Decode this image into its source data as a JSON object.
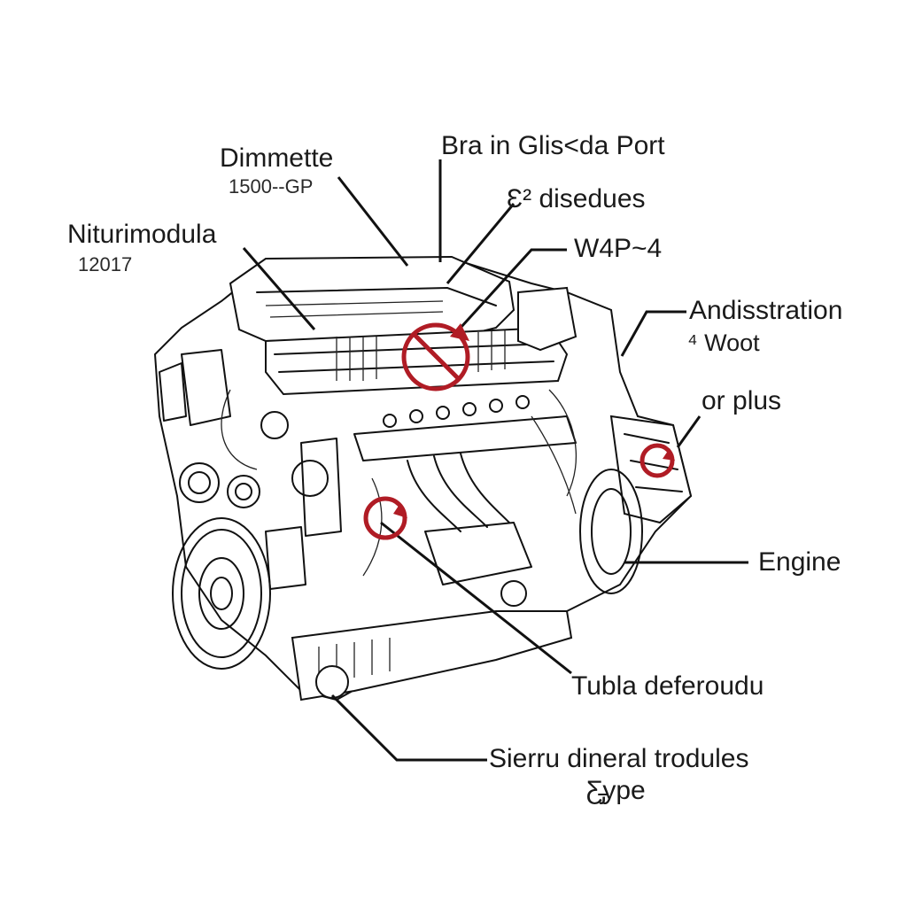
{
  "labels": {
    "dimmette": "Dimmette",
    "dimmette_sub": "1500--GP",
    "niturimodula": "Niturimodula",
    "niturimodula_sub": "12017",
    "bra_port": "Bra in Glis<da Port",
    "disedues": "Ɛ² disedues",
    "w4p": "W4P~4",
    "andisstration": "Andisstration",
    "woot": "⁴ Woot",
    "or_plus": "or plus",
    "engine": "Engine",
    "tubla": "Tubla deferoudu",
    "sierru": "Sierru dineral trodules",
    "sierru_sub": "Ƹ̵̡ype"
  },
  "colors": {
    "line": "#111111",
    "marker": "#b01c25",
    "background": "#ffffff"
  },
  "icons": {
    "marker": "red-circle-arrow-icon"
  }
}
